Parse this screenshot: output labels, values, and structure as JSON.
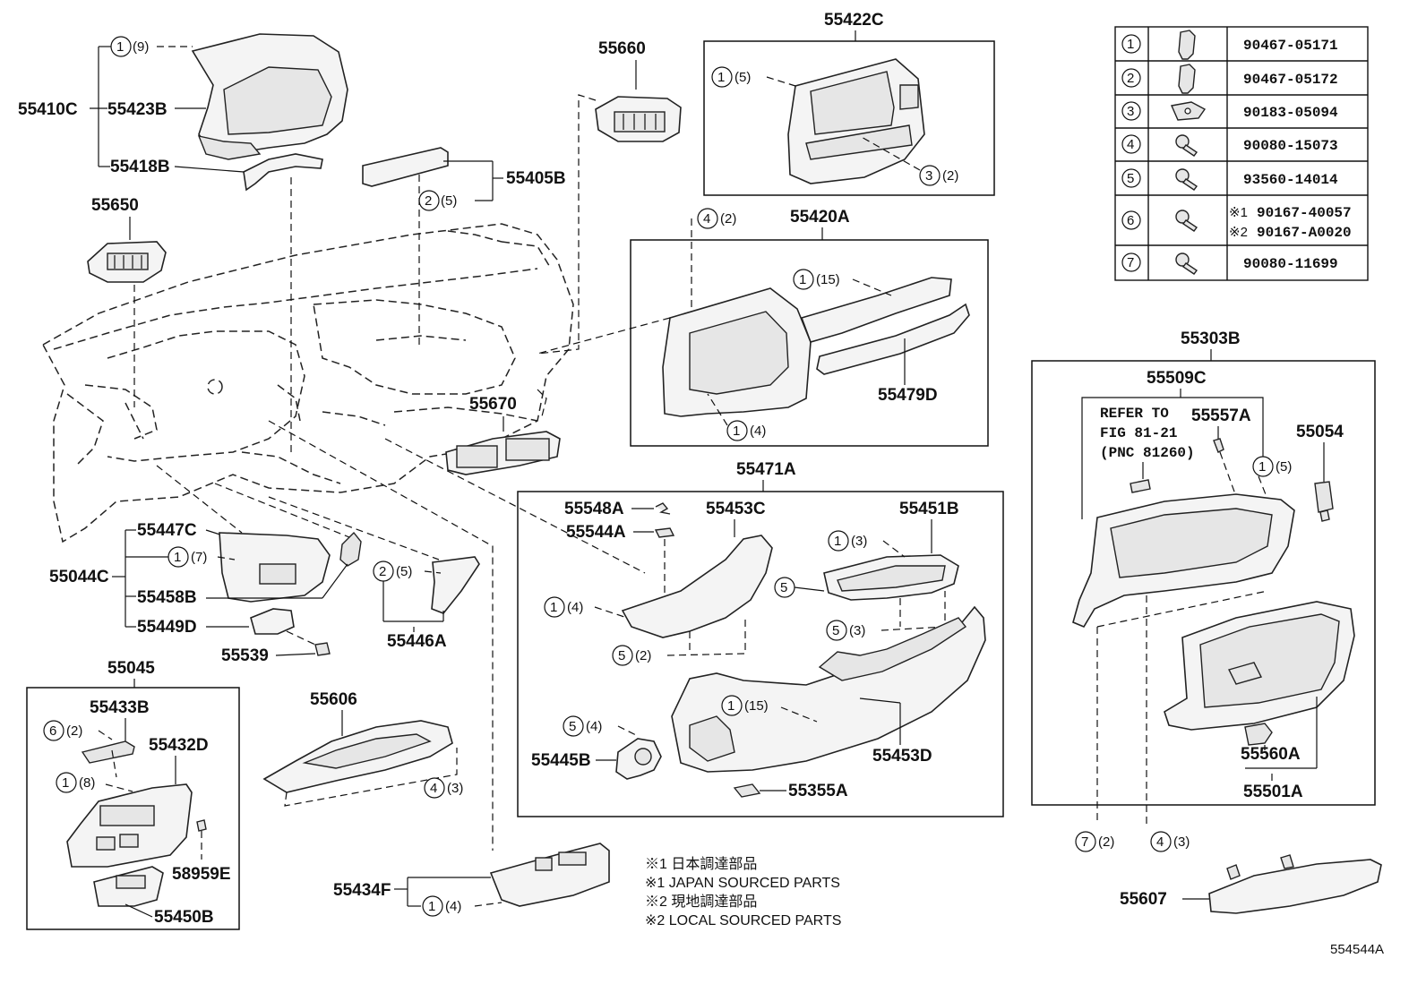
{
  "diagram_id": "554544A",
  "part_labels": {
    "p55410C": "55410C",
    "p55423B": "55423B",
    "p55418B": "55418B",
    "p55650": "55650",
    "p55660": "55660",
    "p55405B": "55405B",
    "p55422C": "55422C",
    "p55420A": "55420A",
    "p55479D": "55479D",
    "p55670": "55670",
    "p55471A": "55471A",
    "p55548A": "55548A",
    "p55544A": "55544A",
    "p55453C": "55453C",
    "p55451B": "55451B",
    "p55447C": "55447C",
    "p55044C": "55044C",
    "p55458B": "55458B",
    "p55449D": "55449D",
    "p55539": "55539",
    "p55446A": "55446A",
    "p55045": "55045",
    "p55433B": "55433B",
    "p55432D": "55432D",
    "p58959E": "58959E",
    "p55450B": "55450B",
    "p55606": "55606",
    "p55434F": "55434F",
    "p55445B": "55445B",
    "p55453D": "55453D",
    "p55355A": "55355A",
    "p55303B": "55303B",
    "p55509C": "55509C",
    "p55557A": "55557A",
    "p55054": "55054",
    "p55560A": "55560A",
    "p55501A": "55501A",
    "p55607": "55607"
  },
  "refer": {
    "line1": "REFER TO",
    "line2": "FIG 81-21",
    "line3": "(PNC 81260)"
  },
  "callouts": {
    "c_9": "(9)",
    "c_5a": "(5)",
    "c_5b": "(5)",
    "c_2a": "(2)",
    "c_2b": "(2)",
    "c_15a": "(15)",
    "c_4a": "(4)",
    "c_3a": "(3)",
    "c_7a": "(7)",
    "c_4b": "(4)",
    "c_2c": "(2)",
    "c_3b": "(3)",
    "c_15b": "(15)",
    "c_4c": "(4)",
    "c_2d": "(2)",
    "c_8": "(8)",
    "c_3c": "(3)",
    "c_4d": "(4)",
    "c_5c": "(5)",
    "c_2e": "(2)",
    "c_3d": "(3)",
    "c_5d": "(5)"
  },
  "circle_numbers": {
    "n1": "1",
    "n2": "2",
    "n3": "3",
    "n4": "4",
    "n5": "5",
    "n6": "6",
    "n7": "7"
  },
  "fastener_table": {
    "rows": [
      {
        "no": "1",
        "part": "90467-05171",
        "icon": "clip-icon"
      },
      {
        "no": "2",
        "part": "90467-05172",
        "icon": "clip-icon"
      },
      {
        "no": "3",
        "part": "90183-05094",
        "icon": "nut-icon"
      },
      {
        "no": "4",
        "part": "90080-15073",
        "icon": "screw-icon"
      },
      {
        "no": "5",
        "part": "93560-14014",
        "icon": "screw-icon"
      },
      {
        "no": "6",
        "part": "90167-40057",
        "part2": "90167-A0020",
        "mark1": "※1",
        "mark2": "※2",
        "icon": "screw-icon"
      },
      {
        "no": "7",
        "part": "90080-11699",
        "icon": "screw-icon"
      }
    ]
  },
  "notes": {
    "line1": "※1 日本調達部品",
    "line2": "※1 JAPAN SOURCED PARTS",
    "line3": "※2 現地調達部品",
    "line4": "※2 LOCAL SOURCED PARTS"
  },
  "colors": {
    "ink": "#111111",
    "paper": "#ffffff"
  }
}
